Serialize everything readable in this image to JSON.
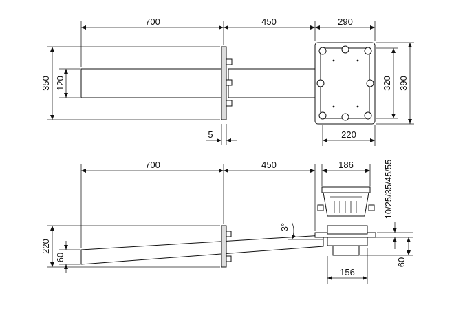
{
  "top_view": {
    "dims": {
      "pipe_length": "700",
      "flange_offset": "450",
      "box_width": "290",
      "height_total": "350",
      "pipe_height": "120",
      "box_inner": "320",
      "box_outer": "390",
      "flange_thickness": "5",
      "box_bottom_width": "220"
    }
  },
  "side_view": {
    "dims": {
      "pipe_length": "700",
      "flange_offset": "450",
      "drain_width": "186",
      "height_options": "10/25/35/45/55",
      "slope_angle": "3°",
      "total_height": "220",
      "pipe_diameter": "60",
      "outlet_height": "60",
      "outlet_width": "156"
    }
  },
  "colors": {
    "line": "#111111",
    "background": "#ffffff"
  }
}
